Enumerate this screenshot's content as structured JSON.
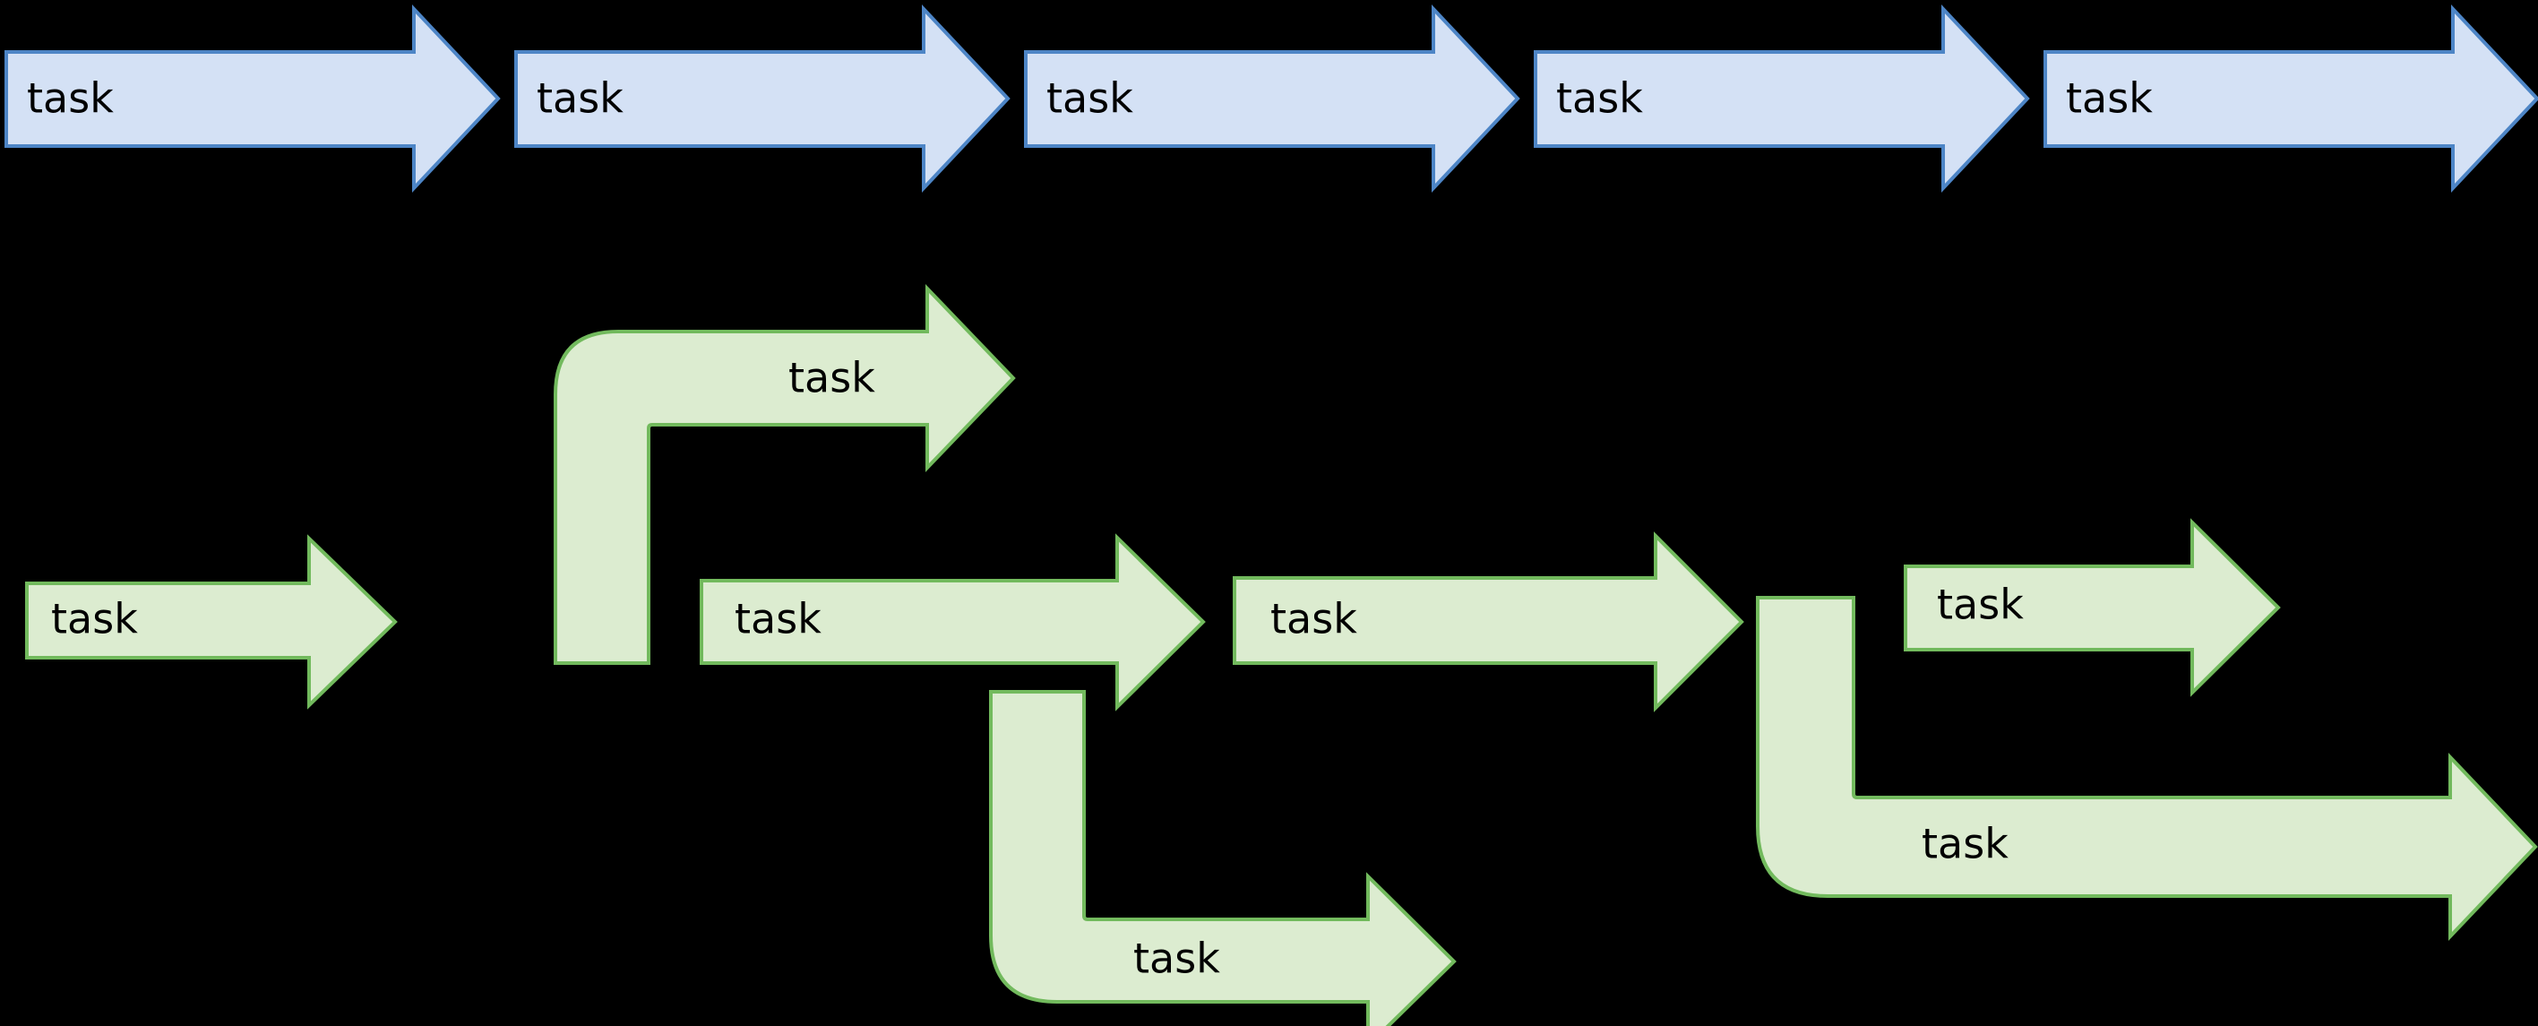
{
  "diagram": {
    "title": "task flow arrow diagram",
    "background_color": "#000000",
    "palette": {
      "blue_fill": "#d4e1f5",
      "blue_stroke": "#4d85c6",
      "green_fill": "#dcecd0",
      "green_stroke": "#72ba5d",
      "label_color": "#000000"
    },
    "rows": [
      {
        "id": "linear-row",
        "color": "blue",
        "description": "five chevron arrows in a single left-to-right sequence",
        "arrows": [
          {
            "id": "blue-1",
            "label": "task",
            "shape": "chevron-right"
          },
          {
            "id": "blue-2",
            "label": "task",
            "shape": "chevron-right"
          },
          {
            "id": "blue-3",
            "label": "task",
            "shape": "chevron-right"
          },
          {
            "id": "blue-4",
            "label": "task",
            "shape": "chevron-right"
          },
          {
            "id": "blue-5",
            "label": "task",
            "shape": "chevron-right"
          }
        ]
      },
      {
        "id": "branching-row",
        "color": "green",
        "description": "branching flow with curved fork arrows",
        "arrows": [
          {
            "id": "green-start",
            "label": "task",
            "shape": "arrow-right"
          },
          {
            "id": "green-branch-up",
            "label": "task",
            "shape": "elbow-up-right"
          },
          {
            "id": "green-middle",
            "label": "task",
            "shape": "arrow-right"
          },
          {
            "id": "green-branch-down",
            "label": "task",
            "shape": "elbow-down-right"
          },
          {
            "id": "green-third",
            "label": "task",
            "shape": "arrow-right"
          },
          {
            "id": "green-fork-top",
            "label": "task",
            "shape": "arrow-right"
          },
          {
            "id": "green-fork-bottom",
            "label": "task",
            "shape": "elbow-down-right-long"
          }
        ]
      }
    ]
  },
  "labels": {
    "blue": [
      "task",
      "task",
      "task",
      "task",
      "task"
    ],
    "green": [
      "task",
      "task",
      "task",
      "task",
      "task",
      "task",
      "task"
    ]
  }
}
